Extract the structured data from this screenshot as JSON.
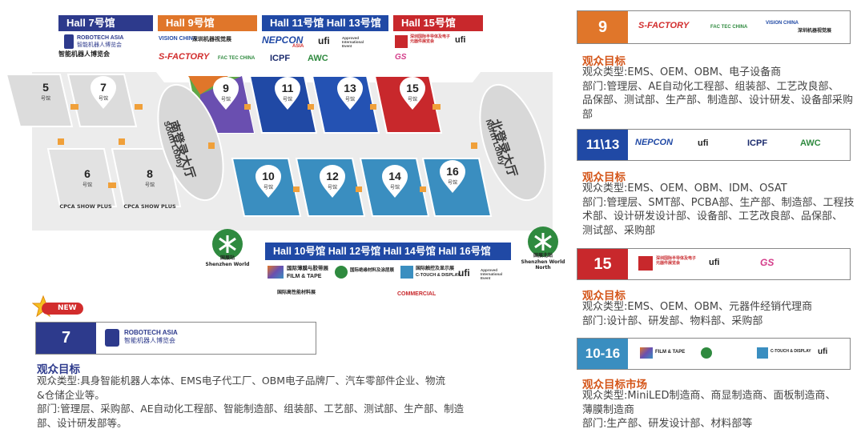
{
  "top_halls": [
    {
      "label": "Hall 7号馆",
      "color": "#2d3a8c"
    },
    {
      "label": "Hall 9号馆",
      "color": "#e0762a"
    },
    {
      "label": "Hall 11号馆  Hall 13号馆",
      "color": "#2049a5"
    },
    {
      "label": "Hall 15号馆",
      "color": "#c8282c"
    }
  ],
  "top_logos": {
    "robotech_name": "ROBOTECH ASIA",
    "robotech_cn": "智能机器人博览会",
    "vision_china": "VISION CHINA",
    "vision_cn": "深圳机器视觉展",
    "sfactory": "S-FACTORY",
    "fac_tec": "FAC TEC CHINA",
    "nepcon": "NEPCON",
    "nepcon_asia": "ASIA",
    "ufi": "ufi",
    "ufi_note": "Approved International Event",
    "icpf": "ICPF",
    "awc": "AWC",
    "fs_cn": "深圳国际半导体及电子元器件展览会",
    "gs": "GS"
  },
  "map": {
    "pins": [
      {
        "num": "5",
        "sub": "号馆"
      },
      {
        "num": "7",
        "sub": "号馆"
      },
      {
        "num": "9",
        "sub": "号馆"
      },
      {
        "num": "11",
        "sub": "号馆"
      },
      {
        "num": "13",
        "sub": "号馆"
      },
      {
        "num": "15",
        "sub": "号馆"
      },
      {
        "num": "6",
        "sub": "号馆"
      },
      {
        "num": "8",
        "sub": "号馆"
      },
      {
        "num": "10",
        "sub": "号馆"
      },
      {
        "num": "12",
        "sub": "号馆"
      },
      {
        "num": "14",
        "sub": "号馆"
      },
      {
        "num": "16",
        "sub": "号馆"
      }
    ],
    "south_lobby_cn": "南登录大厅",
    "south_lobby_en": "South Lobby",
    "north_lobby_cn": "北登录大厅",
    "north_lobby_en": "North Lobby",
    "cpca_show_plus_1": "CPCA SHOW PLUS",
    "cpca_show_plus_2": "CPCA SHOW PLUS",
    "station_1_cn": "国展站",
    "station_1_en": "Shenzhen World",
    "station_2_cn": "国展北站",
    "station_2_en": "Shenzhen World North"
  },
  "bottom_hall_bar": {
    "label": "Hall 10号馆   Hall 12号馆   Hall 14号馆   Hall 16号馆",
    "color": "#2049a5"
  },
  "bottom_logos": {
    "film_tape_cn": "国际薄膜与胶带展",
    "film_tape_en": "FILM & TAPE",
    "adhesive_cn": "国际绝缘材料及涂层展",
    "ctouch_cn": "国际触控及显示展",
    "ctouch_en": "C-TOUCH & DISPLAY",
    "ufi": "ufi",
    "ufi_note": "Approved International Event",
    "commercial": "COMMERCIAL",
    "material_cn": "国际高性能材料展"
  },
  "new_section": {
    "badge": "NEW",
    "hall_num": "7",
    "logo_name": "ROBOTECH ASIA",
    "logo_cn": "智能机器人博览会",
    "title": "观众目标",
    "lines": [
      "观众类型:具身智能机器人本体、EMS电子代工厂、OBM电子品牌厂、汽车零部件企业、物流",
      "&仓储企业等。",
      "部门:管理层、采购部、AE自动化工程部、智能制造部、组装部、工艺部、测试部、生产部、制造",
      "部、设计研发部等。"
    ]
  },
  "cards": [
    {
      "num": "9",
      "num_color": "#e0762a",
      "title": "观众目标",
      "lines": [
        "观众类型:EMS、OEM、OBM、电子设备商",
        "部门:管理层、AE自动化工程部、组装部、工艺改良部、",
        "品保部、测试部、生产部、制造部、设计研发、设备部采购",
        "部"
      ]
    },
    {
      "num": "11\\13",
      "num_color": "#2049a5",
      "title": "观众目标",
      "lines": [
        "观众类型:EMS、OEM、OBM、IDM、OSAT",
        "部门:管理层、SMT部、PCBA部、生产部、制造部、工程技",
        "术部、设计研发设计部、设备部、工艺改良部、品保部、",
        "测试部、采购部"
      ]
    },
    {
      "num": "15",
      "num_color": "#c8282c",
      "title": "观众目标",
      "lines": [
        "观众类型:EMS、OEM、OBM、元器件经销代理商",
        "部门:设计部、研发部、物料部、采购部"
      ]
    },
    {
      "num": "10-16",
      "num_color": "#3a8ec0",
      "title": "观众目标市场",
      "lines": [
        "观众类型:MiniLED制造商、商显制造商、面板制造商、",
        "薄膜制造商",
        "部门:生产部、研发设计部、材料部等"
      ]
    }
  ]
}
